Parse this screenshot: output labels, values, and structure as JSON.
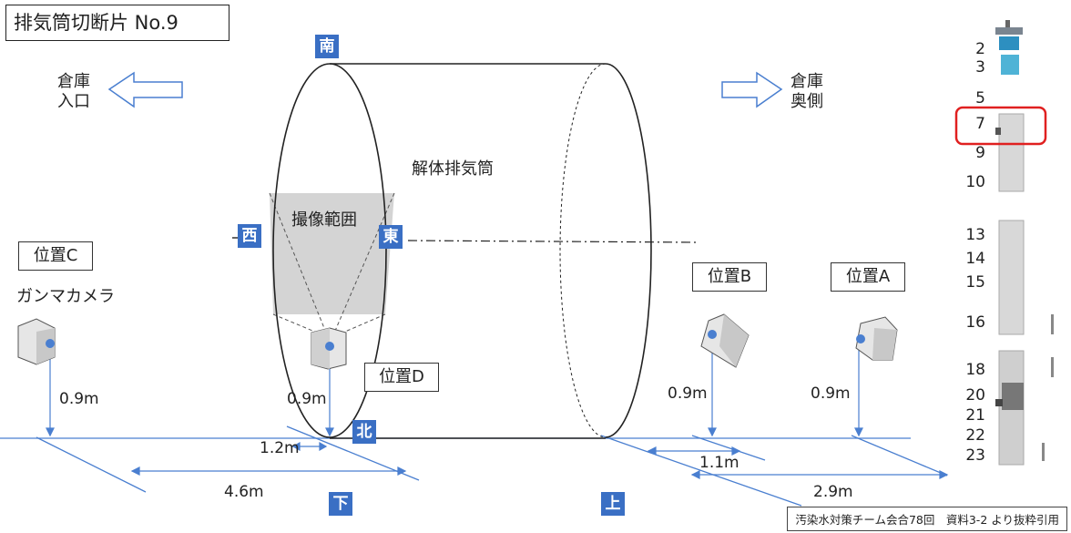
{
  "title": "排気筒切断片 No.9",
  "directions": {
    "south": "南",
    "west": "西",
    "east": "東",
    "north": "北",
    "bottom": "下",
    "top": "上"
  },
  "warehouse_entrance": [
    "倉庫",
    "入口"
  ],
  "warehouse_back": [
    "倉庫",
    "奥側"
  ],
  "cylinder_label": "解体排気筒",
  "imaging_range": "撮像範囲",
  "gamma_camera": "ガンマカメラ",
  "positions": {
    "a": "位置A",
    "b": "位置B",
    "c": "位置C",
    "d": "位置D"
  },
  "heights": {
    "c": "0.9m",
    "d": "0.9m",
    "b": "0.9m",
    "a": "0.9m"
  },
  "distances": {
    "d_offset": "1.2m",
    "c_to_d": "4.6m",
    "b_offset": "1.1m",
    "b_to_a": "2.9m"
  },
  "stack_sections": [
    "2",
    "3",
    "5",
    "7",
    "9",
    "10",
    "13",
    "14",
    "15",
    "16",
    "18",
    "20",
    "21",
    "22",
    "23"
  ],
  "source_note": "汚染水対策チーム会合78回　資料3-2 より抜粋引用",
  "colors": {
    "blue_label": "#3a6fc4",
    "line_blue": "#4a7fd0",
    "highlight": "#e02020",
    "imaging_fill": "#d4d4d4"
  }
}
